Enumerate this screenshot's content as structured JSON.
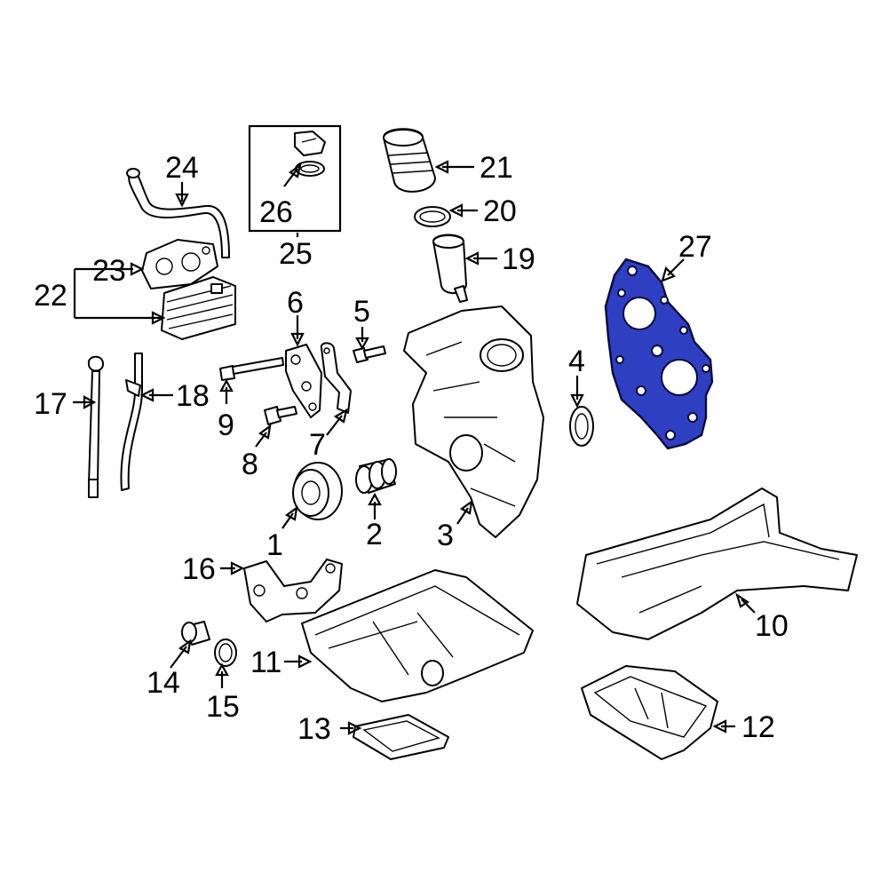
{
  "diagram": {
    "highlight_color": "#2f3fc2",
    "highlighted_part": "27",
    "labels": {
      "p1": "1",
      "p2": "2",
      "p3": "3",
      "p4": "4",
      "p5": "5",
      "p6": "6",
      "p7": "7",
      "p8": "8",
      "p9": "9",
      "p10": "10",
      "p11": "11",
      "p12": "12",
      "p13": "13",
      "p14": "14",
      "p15": "15",
      "p16": "16",
      "p17": "17",
      "p18": "18",
      "p19": "19",
      "p20": "20",
      "p21": "21",
      "p22": "22",
      "p23": "23",
      "p24": "24",
      "p25": "25",
      "p26": "26",
      "p27": "27"
    }
  }
}
